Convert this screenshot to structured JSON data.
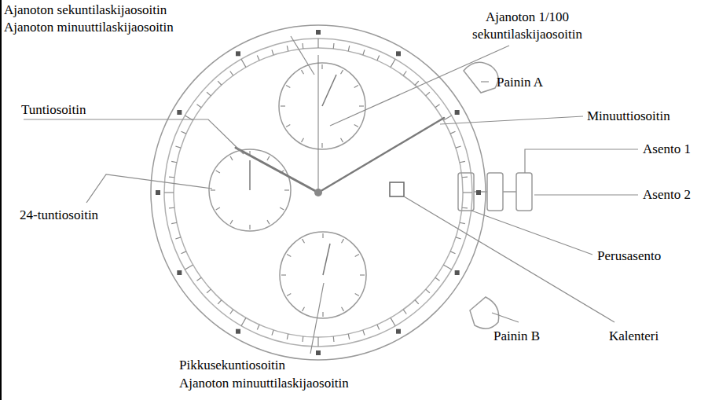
{
  "diagram": {
    "labels": [
      "Ajanoton sekuntilaskijaosoitin",
      "Ajanoton minuuttilaskijaosoitin",
      "Ajanoton 1/100 sekuntilaskijaosoitin",
      "Painin A",
      "Minuuttiosoitin",
      "Tuntiosoitin",
      "Asento 1",
      "Asento 2",
      "24-tuntiosoitin",
      "Perusasento",
      "Painin B",
      "Kalenteri",
      "Pikkusekuntiosoitin",
      "Ajanoton minuuttilaskijaosoitin"
    ]
  }
}
